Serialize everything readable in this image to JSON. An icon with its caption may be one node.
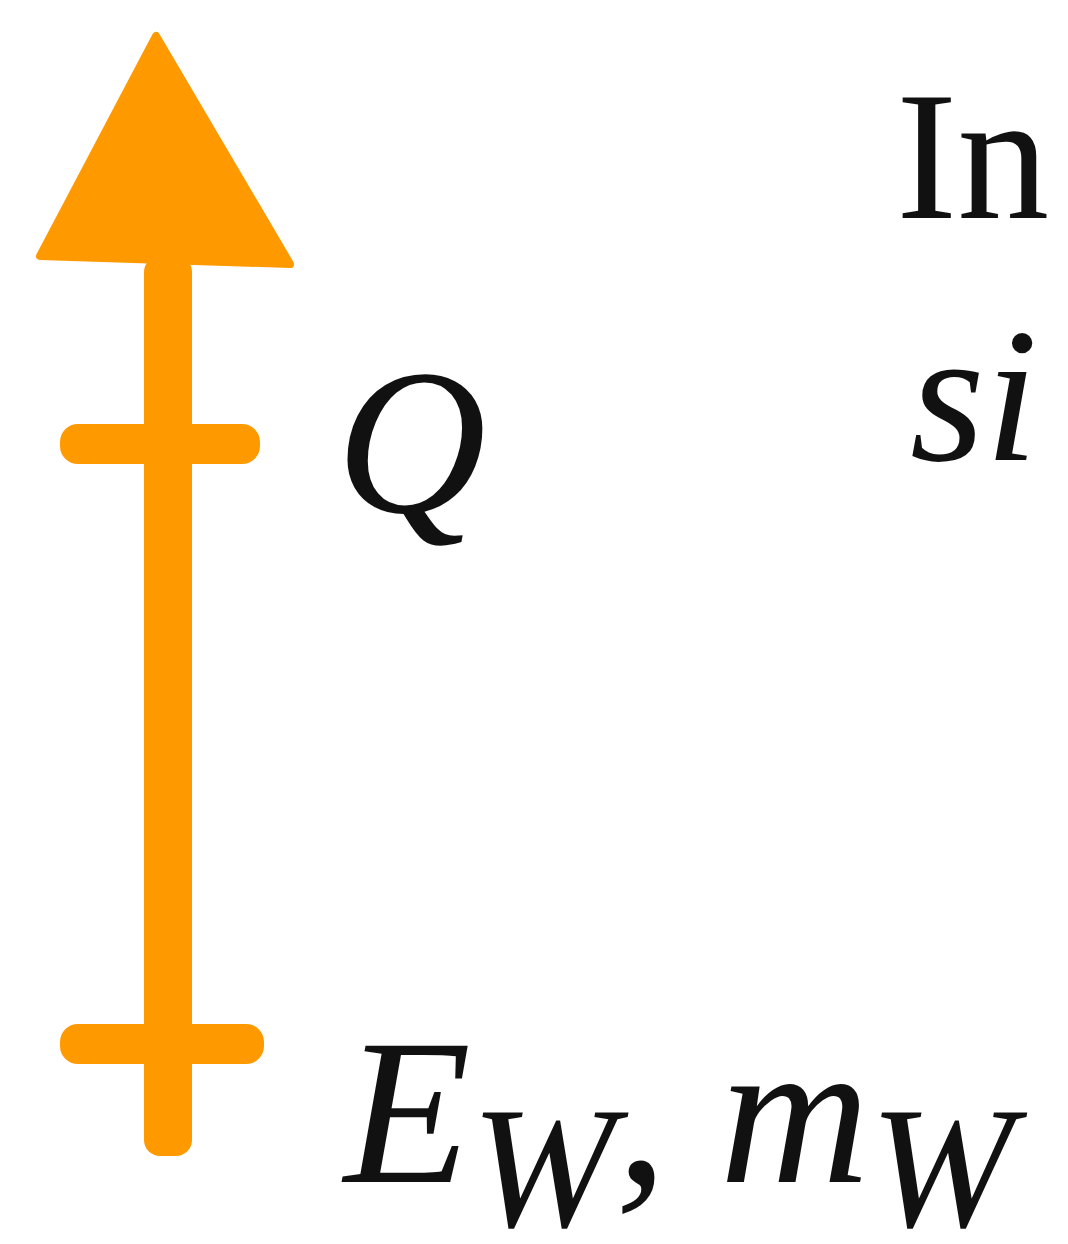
{
  "diagram": {
    "labels": [
      "In",
      "Q",
      "si",
      "E$_{W}$, m$_{W}$"
    ]
  }
}
